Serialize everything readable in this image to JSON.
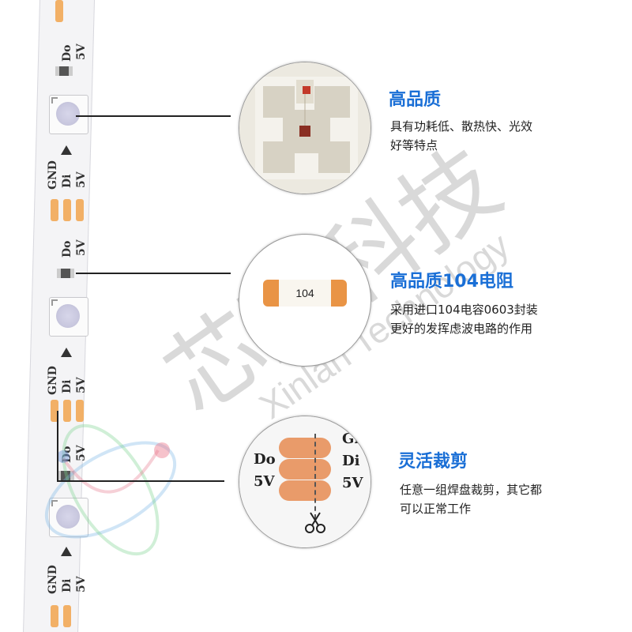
{
  "strip": {
    "labels": {
      "do": "Do",
      "five_v": "5V",
      "gnd": "GND",
      "di": "Di"
    }
  },
  "features": [
    {
      "title": "高品质",
      "desc_line1": "具有功耗低、散热快、光效",
      "desc_line2": "好等特点"
    },
    {
      "title": "高品质104电阻",
      "desc_line1": "采用进口104电容0603封装",
      "desc_line2": "更好的发挥虑波电路的作用",
      "resistor_marking": "104"
    },
    {
      "title": "灵活裁剪",
      "desc_line1": "任意一组焊盘裁剪，其它都",
      "desc_line2": "可以正常工作",
      "pad_labels": [
        "Do",
        "5V"
      ],
      "pad_labels_right": [
        "Gl",
        "Di",
        "5V"
      ]
    }
  ],
  "watermark": {
    "chinese": "芯蓝科技",
    "english": "Xinlan Technology"
  },
  "colors": {
    "accent": "#1a6fd6",
    "pad_orange": "#f2b066",
    "line": "#222222"
  },
  "icons": {
    "cut": "scissors-icon"
  }
}
